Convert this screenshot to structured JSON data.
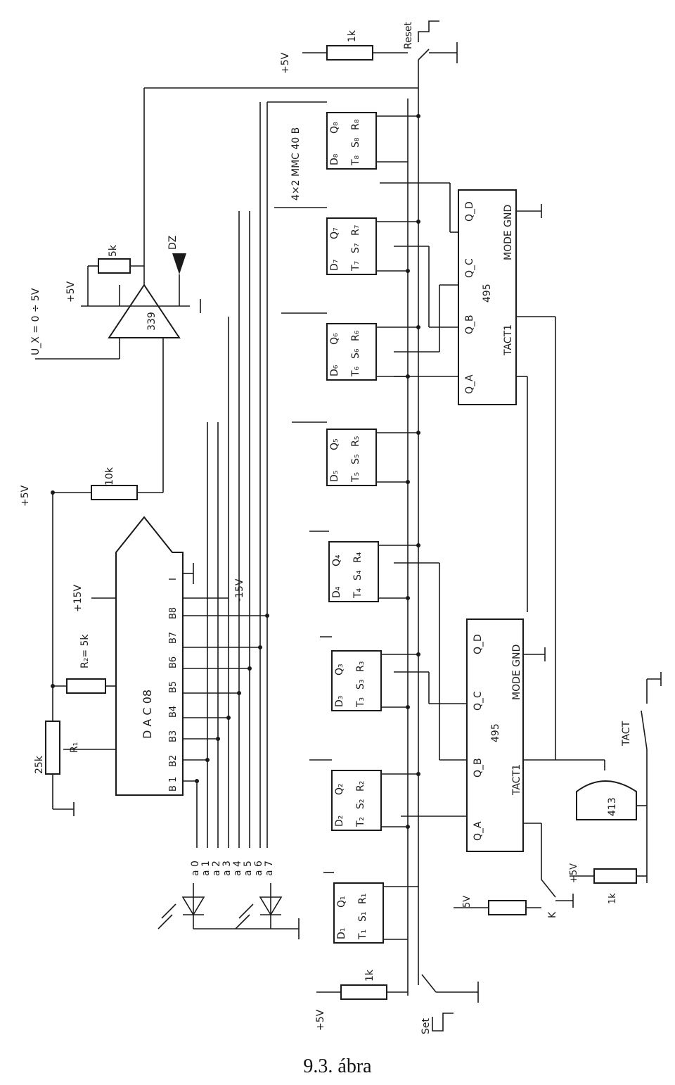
{
  "figure": {
    "caption": "9.3. ábra",
    "notes": {
      "ux": "U_X = 0 ÷ 5V",
      "cmos": "4×2 MMC 40 B",
      "comparator_pins": "339",
      "plus5": "+5V",
      "minus15": "-15V",
      "plus15": "+15V",
      "r2": "R₂= 5k",
      "r1": "R₁",
      "pot": "25k",
      "r10k": "10k",
      "r5k": "5k",
      "r1k": "1k",
      "five_v": "5V",
      "dz": "DZ",
      "reset": "Reset",
      "set": "Set",
      "tact": "TACT",
      "k": "K"
    },
    "dac": {
      "name": "D A C 08",
      "inputs": [
        "B 1",
        "B2",
        "B3",
        "B4",
        "B5",
        "B6",
        "B7",
        "B8"
      ],
      "output": "I"
    },
    "flipflops": [
      {
        "d": "D₁",
        "q": "Q₁",
        "t": "T₁",
        "s": "S₁",
        "r": "R₁"
      },
      {
        "d": "D₂",
        "q": "Q₂",
        "t": "T₂",
        "s": "S₂",
        "r": "R₂"
      },
      {
        "d": "D₃",
        "q": "Q₃",
        "t": "T₃",
        "s": "S₃",
        "r": "R₃"
      },
      {
        "d": "D₄",
        "q": "Q₄",
        "t": "T₄",
        "s": "S₄",
        "r": "R₄"
      },
      {
        "d": "D₅",
        "q": "Q₅",
        "t": "T₅",
        "s": "S₅",
        "r": "R₅"
      },
      {
        "d": "D₆",
        "q": "Q₆",
        "t": "T₆",
        "s": "S₆",
        "r": "R₆"
      },
      {
        "d": "D₇",
        "q": "Q₇",
        "t": "T₇",
        "s": "S₇",
        "r": "R₇"
      },
      {
        "d": "D₈",
        "q": "Q₈",
        "t": "T₈",
        "s": "S₈",
        "r": "R₈"
      }
    ],
    "shift_registers": [
      {
        "number": "495",
        "clock": "TACT1",
        "mode": "MODE GND",
        "outputs": [
          "Q_A",
          "Q_B",
          "Q_C",
          "Q_D"
        ]
      },
      {
        "number": "495",
        "clock": "TACT1",
        "mode": "MODE GND",
        "outputs": [
          "Q_A",
          "Q_B",
          "Q_C",
          "Q_D"
        ]
      }
    ],
    "nand_gate": "413",
    "outputs": [
      "a 0",
      "a 1",
      "a 2",
      "a 3",
      "a 4",
      "a 5",
      "a 6",
      "a 7"
    ]
  }
}
